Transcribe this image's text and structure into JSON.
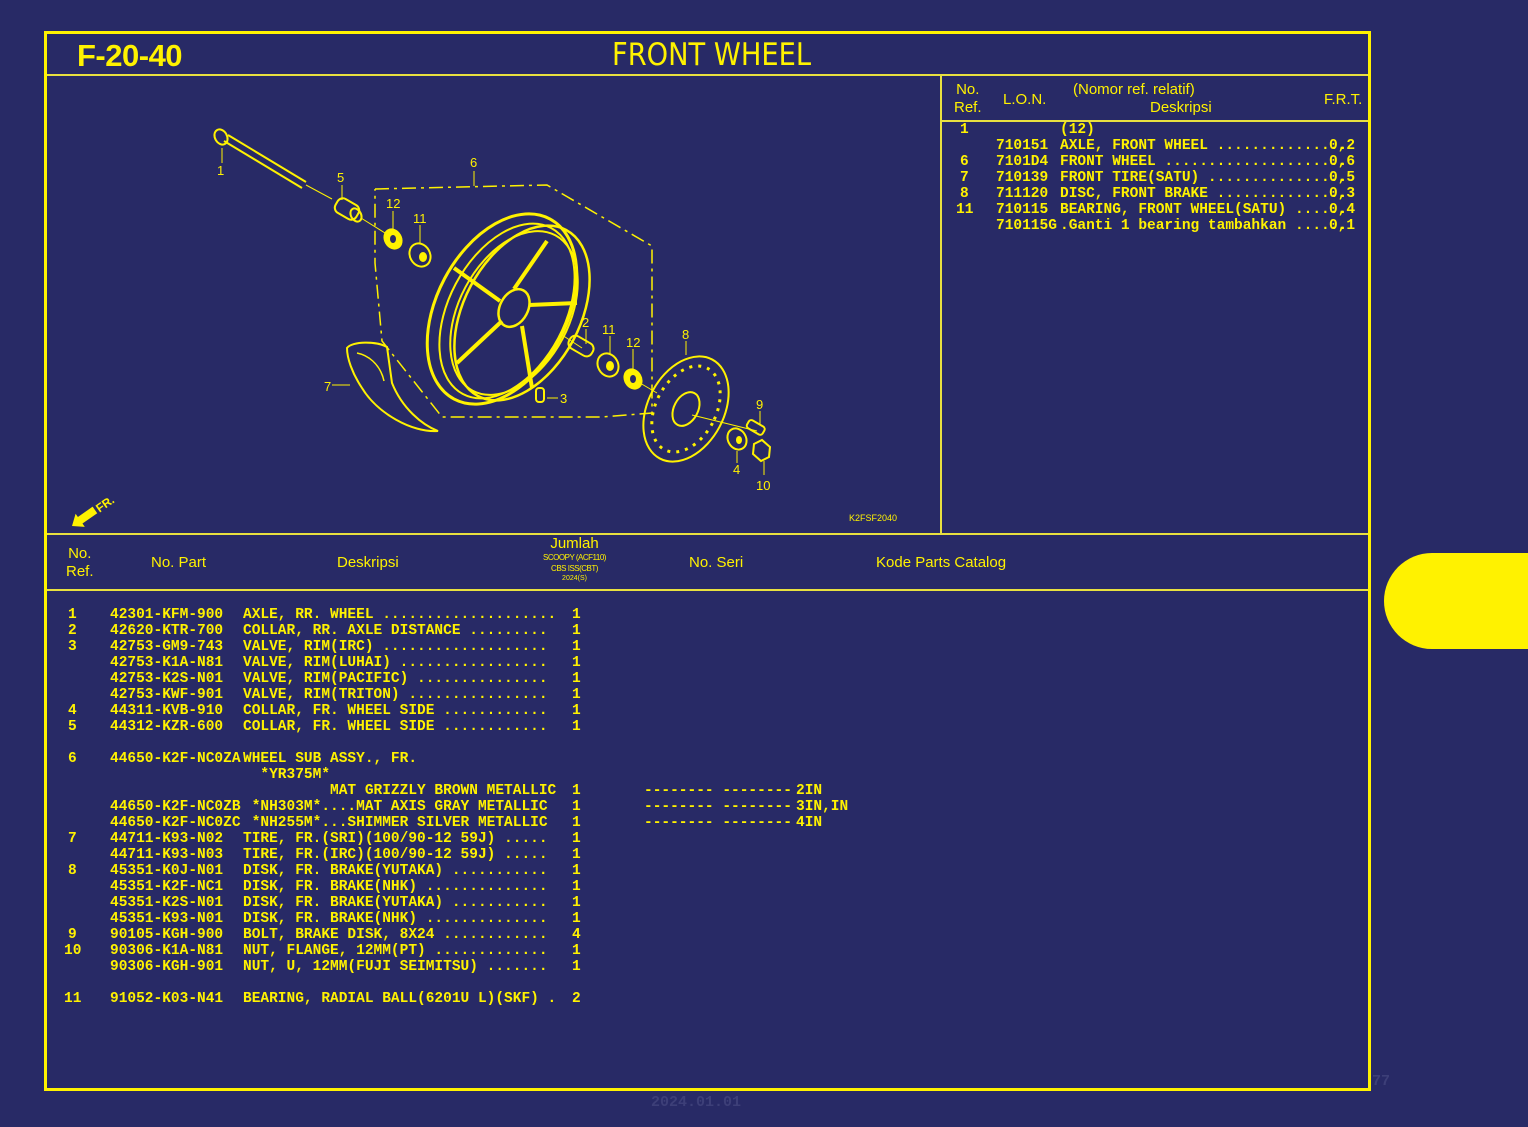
{
  "header": {
    "code": "F-20-40",
    "title": "FRONT WHEEL"
  },
  "diagram": {
    "image_code": "K2FSF2040",
    "direction_label": "FR.",
    "callouts": [
      "1",
      "5",
      "6",
      "12",
      "11",
      "2",
      "11",
      "12",
      "8",
      "9",
      "4",
      "10",
      "7",
      "3"
    ]
  },
  "frt_table": {
    "headers": {
      "no_ref": "No.\nRef.",
      "no_ref_line1": "No.",
      "no_ref_line2": "Ref.",
      "lon": "L.O.N.",
      "desc_line1": "(Nomor ref. relatif)",
      "desc_line2": "Deskripsi",
      "frt": "F.R.T."
    },
    "rows": [
      {
        "ref": "1",
        "lon": "",
        "desc": "(12)",
        "frt": ""
      },
      {
        "ref": "",
        "lon": "710151",
        "desc": "AXLE, FRONT WHEEL ...............",
        "frt": "0,2"
      },
      {
        "ref": "6",
        "lon": "7101D4",
        "desc": "FRONT WHEEL .....................",
        "frt": "0,6"
      },
      {
        "ref": "7",
        "lon": "710139",
        "desc": "FRONT TIRE(SATU) ................",
        "frt": "0,5"
      },
      {
        "ref": "8",
        "lon": "711120",
        "desc": "DISC, FRONT BRAKE ...............",
        "frt": "0,3"
      },
      {
        "ref": "11",
        "lon": "710115",
        "desc": "BEARING, FRONT WHEEL(SATU) ......",
        "frt": "0,4"
      },
      {
        "ref": "",
        "lon": "710115G",
        "desc": ".Ganti 1 bearing tambahkan ......",
        "frt": "0,1"
      }
    ]
  },
  "parts_table": {
    "headers": {
      "no_ref_line1": "No.",
      "no_ref_line2": "Ref.",
      "no_part": "No. Part",
      "deskripsi": "Deskripsi",
      "jumlah": "Jumlah",
      "model_line1": "SCOOPY (ACF110)",
      "model_line2": "CBS ISS(CBT)",
      "model_line3": "2024(S)",
      "no_seri": "No. Seri",
      "kode": "Kode Parts Catalog"
    },
    "rows": [
      {
        "ref": "1",
        "part": "42301-KFM-900",
        "desc": "AXLE, RR. WHEEL ....................",
        "qty": "1",
        "seri": "",
        "kode": ""
      },
      {
        "ref": "2",
        "part": "42620-KTR-700",
        "desc": "COLLAR, RR. AXLE DISTANCE .........",
        "qty": "1",
        "seri": "",
        "kode": ""
      },
      {
        "ref": "3",
        "part": "42753-GM9-743",
        "desc": "VALVE, RIM(IRC) ...................",
        "qty": "1",
        "seri": "",
        "kode": ""
      },
      {
        "ref": "",
        "part": "42753-K1A-N81",
        "desc": "VALVE, RIM(LUHAI) .................",
        "qty": "1",
        "seri": "",
        "kode": ""
      },
      {
        "ref": "",
        "part": "42753-K2S-N01",
        "desc": "VALVE, RIM(PACIFIC) ...............",
        "qty": "1",
        "seri": "",
        "kode": ""
      },
      {
        "ref": "",
        "part": "42753-KWF-901",
        "desc": "VALVE, RIM(TRITON) ................",
        "qty": "1",
        "seri": "",
        "kode": ""
      },
      {
        "ref": "4",
        "part": "44311-KVB-910",
        "desc": "COLLAR, FR. WHEEL SIDE ............",
        "qty": "1",
        "seri": "",
        "kode": ""
      },
      {
        "ref": "5",
        "part": "44312-KZR-600",
        "desc": "COLLAR, FR. WHEEL SIDE ............",
        "qty": "1",
        "seri": "",
        "kode": ""
      },
      {
        "ref": "",
        "part": "",
        "desc": "",
        "qty": "",
        "seri": "",
        "kode": ""
      },
      {
        "ref": "6",
        "part": "44650-K2F-NC0ZA",
        "desc": "WHEEL SUB ASSY., FR.",
        "qty": "",
        "seri": "",
        "kode": ""
      },
      {
        "ref": "",
        "part": "",
        "desc": "  *YR375M*",
        "qty": "",
        "seri": "",
        "kode": ""
      },
      {
        "ref": "",
        "part": "",
        "desc": "          MAT GRIZZLY BROWN METALLIC",
        "qty": "1",
        "seri": "-------- --------",
        "kode": "2IN"
      },
      {
        "ref": "",
        "part": "44650-K2F-NC0ZB",
        "desc": " *NH303M*....MAT AXIS GRAY METALLIC",
        "qty": "1",
        "seri": "-------- --------",
        "kode": "3IN,IN"
      },
      {
        "ref": "",
        "part": "44650-K2F-NC0ZC",
        "desc": " *NH255M*...SHIMMER SILVER METALLIC",
        "qty": "1",
        "seri": "-------- --------",
        "kode": "4IN"
      },
      {
        "ref": "7",
        "part": "44711-K93-N02",
        "desc": "TIRE, FR.(SRI)(100/90-12 59J) .....",
        "qty": "1",
        "seri": "",
        "kode": ""
      },
      {
        "ref": "",
        "part": "44711-K93-N03",
        "desc": "TIRE, FR.(IRC)(100/90-12 59J) .....",
        "qty": "1",
        "seri": "",
        "kode": ""
      },
      {
        "ref": "8",
        "part": "45351-K0J-N01",
        "desc": "DISK, FR. BRAKE(YUTAKA) ...........",
        "qty": "1",
        "seri": "",
        "kode": ""
      },
      {
        "ref": "",
        "part": "45351-K2F-NC1",
        "desc": "DISK, FR. BRAKE(NHK) ..............",
        "qty": "1",
        "seri": "",
        "kode": ""
      },
      {
        "ref": "",
        "part": "45351-K2S-N01",
        "desc": "DISK, FR. BRAKE(YUTAKA) ...........",
        "qty": "1",
        "seri": "",
        "kode": ""
      },
      {
        "ref": "",
        "part": "45351-K93-N01",
        "desc": "DISK, FR. BRAKE(NHK) ..............",
        "qty": "1",
        "seri": "",
        "kode": ""
      },
      {
        "ref": "9",
        "part": "90105-KGH-900",
        "desc": "BOLT, BRAKE DISK, 8X24 ............",
        "qty": "4",
        "seri": "",
        "kode": ""
      },
      {
        "ref": "10",
        "part": "90306-K1A-N81",
        "desc": "NUT, FLANGE, 12MM(PT) .............",
        "qty": "1",
        "seri": "",
        "kode": ""
      },
      {
        "ref": "",
        "part": "90306-KGH-901",
        "desc": "NUT, U, 12MM(FUJI SEIMITSU) .......",
        "qty": "1",
        "seri": "",
        "kode": ""
      },
      {
        "ref": "",
        "part": "",
        "desc": "",
        "qty": "",
        "seri": "",
        "kode": ""
      },
      {
        "ref": "11",
        "part": "91052-K03-N41",
        "desc": "BEARING, RADIAL BALL(6201U L)(SKF) .",
        "qty": "2",
        "seri": "",
        "kode": ""
      }
    ]
  },
  "footer": {
    "date_faint": "2024.01.01",
    "page_faint": "77"
  },
  "colors": {
    "background": "#282a66",
    "accent": "#fff200"
  }
}
